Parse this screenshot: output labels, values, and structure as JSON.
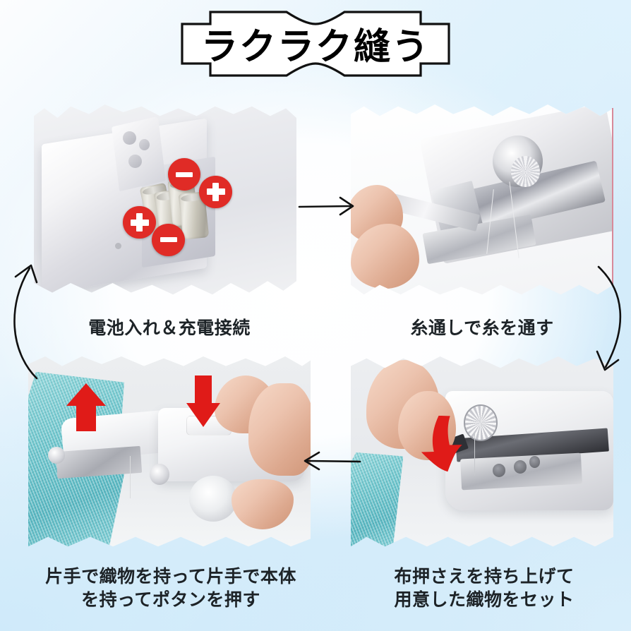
{
  "title": {
    "text": "ラクラク縫う",
    "frame_color": "#111111",
    "background": "#ffffff"
  },
  "theme": {
    "background_top_left": "#fcfdfe",
    "background_top_right": "#dff2fd",
    "background_bottom_left": "#cfeafa",
    "accent_red": "#e02b26",
    "caption_color": "#1d2327",
    "fabric_teal": "#6fc6cd",
    "skin": "#ecc3ae"
  },
  "steps": [
    {
      "id": "step-1",
      "caption": "電池入れ＆充電接続",
      "photo_name": "battery-compartment-photo",
      "badges": [
        {
          "type": "minus",
          "symbol": "−"
        },
        {
          "type": "plus",
          "symbol": "＋"
        },
        {
          "type": "plus",
          "symbol": "＋"
        },
        {
          "type": "minus",
          "symbol": "−"
        }
      ]
    },
    {
      "id": "step-2",
      "caption": "糸通しで糸を通す",
      "photo_name": "needle-threading-photo",
      "badges": []
    },
    {
      "id": "step-3",
      "caption": "片手で織物を持って片手で本体\nを持ってポタンを押す",
      "photo_name": "hold-fabric-press-button-photo",
      "badges": []
    },
    {
      "id": "step-4",
      "caption": "布押さえを持ち上げて\n用意した織物をセット",
      "photo_name": "lift-presser-foot-photo",
      "badges": []
    }
  ],
  "flow_arrows": [
    {
      "name": "arrow-step1-to-step2",
      "direction": "right"
    },
    {
      "name": "arrow-step2-to-step4",
      "direction": "down-curve-right"
    },
    {
      "name": "arrow-step4-to-step3",
      "direction": "left"
    },
    {
      "name": "arrow-step3-to-step1",
      "direction": "up-curve-left"
    }
  ],
  "action_arrows": [
    {
      "name": "fabric-pull-arrow",
      "direction": "up",
      "color": "#e01b18"
    },
    {
      "name": "press-button-arrow",
      "direction": "down",
      "color": "#e01b18"
    },
    {
      "name": "lift-foot-arrow",
      "direction": "up-left",
      "color": "#e01b18"
    }
  ]
}
